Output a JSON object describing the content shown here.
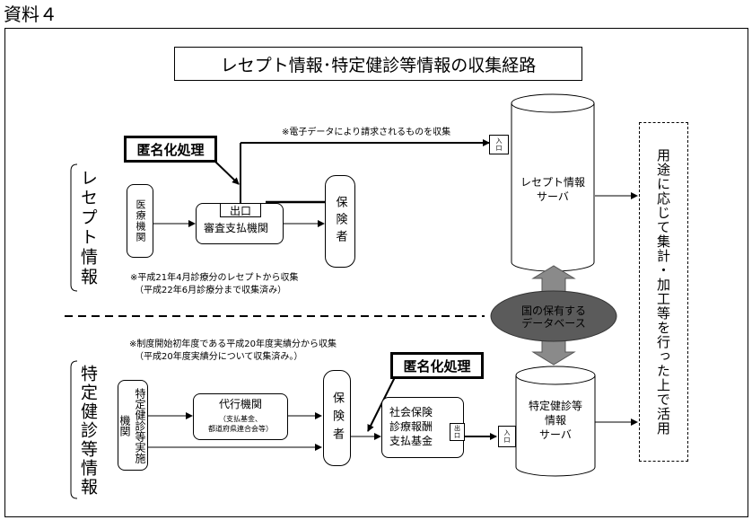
{
  "header_label": "資料４",
  "title": "レセプト情報･特定健診等情報の収集経路",
  "receipt_section": {
    "side_label": "レセプト情報",
    "note_electronic": "※電子データにより請求されるものを収集",
    "anonymize": "匿名化処理",
    "medical_institution": "医療機関",
    "exit_label": "出口",
    "review_org": "審査支払機関",
    "insurer": "保険者",
    "note_period_1": "※平成21年4月診療分のレセプトから収集",
    "note_period_2": "（平成22年6月診療分まで収集済み）",
    "entry_label": "入口",
    "server": "レセプト情報\nサーバ"
  },
  "database": "国の保有する\nデータベース",
  "checkup_section": {
    "side_label": "特定健診等情報",
    "note_start_1": "※制度開始初年度である平成20年度実績分から収集",
    "note_start_2": "（平成20年度実績分について収集済み。）",
    "anonymize": "匿名化処理",
    "implementing_org": "特定健診等実施機関",
    "agent_org": "代行機関",
    "agent_sub": "（支払基金、\n都道府県連合会等）",
    "insurer": "保険者",
    "fund": "社会保険\n診療報酬\n支払基金",
    "exit_label": "出口",
    "entry_label": "入口",
    "server": "特定健診等\n情報\nサーバ"
  },
  "usage": "用途に応じて集計・加工等を行った上で活用"
}
